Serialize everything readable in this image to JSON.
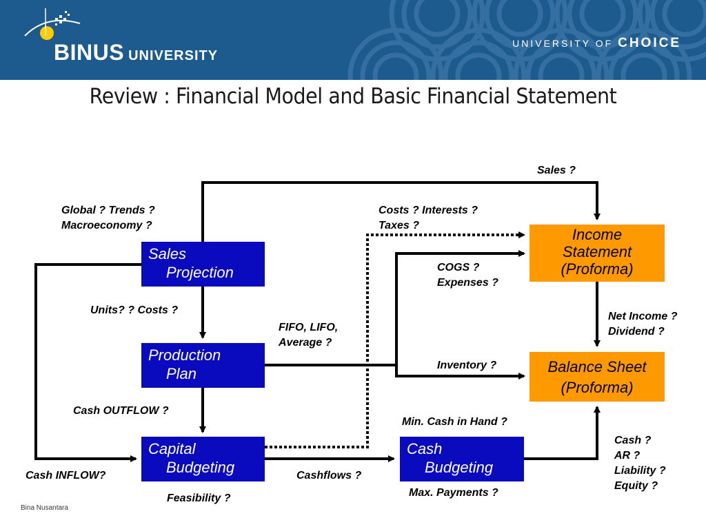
{
  "header": {
    "logo_main": "BINUS",
    "logo_sub": "UNIVERSITY",
    "tagline_pre": "UNIVERSITY OF",
    "tagline_bold": "CHOICE",
    "brand_color": "#1d5a8e"
  },
  "slide": {
    "title": "Review : Financial Model and Basic Financial Statement",
    "footer": "Bina Nusantara"
  },
  "boxes": {
    "sales": {
      "line1": "Sales",
      "line2": "Projection"
    },
    "production": {
      "line1": "Production",
      "line2": "Plan"
    },
    "capital": {
      "line1": "Capital",
      "line2": "Budgeting"
    },
    "cash": {
      "line1": "Cash",
      "line2": "Budgeting"
    },
    "income": {
      "line1": "Income",
      "line2": "Statement",
      "line3": "(Proforma)"
    },
    "balance": {
      "line1": "Balance Sheet",
      "line2": "(Proforma)"
    }
  },
  "labels": {
    "sales_q": "Sales ?",
    "global_1": "Global ? Trends ?",
    "global_2": "Macroeconomy ?",
    "costs_1": "Costs ? Interests ?",
    "costs_2": "Taxes ?",
    "cogs_1": "COGS ?",
    "cogs_2": "Expenses ?",
    "units": "Units? ? Costs ?",
    "fifo_1": "FIFO, LIFO,",
    "fifo_2": "Average ?",
    "net_1": "Net Income ?",
    "net_2": "Dividend ?",
    "inventory": "Inventory ?",
    "cash_outflow": "Cash OUTFLOW ?",
    "min_cash": "Min. Cash in Hand ?",
    "cash_q_1": "Cash ?",
    "cash_q_2": "AR ?",
    "cash_q_3": "Liability ?",
    "cash_q_4": "Equity ?",
    "cash_inflow": "Cash INFLOW?",
    "cashflows": "Cashflows ?",
    "max_payments": "Max. Payments ?",
    "feasibility": "Feasibility ?"
  },
  "colors": {
    "blue_box": "#0a0abf",
    "orange_box": "#ff9900",
    "arrow": "#000000"
  }
}
